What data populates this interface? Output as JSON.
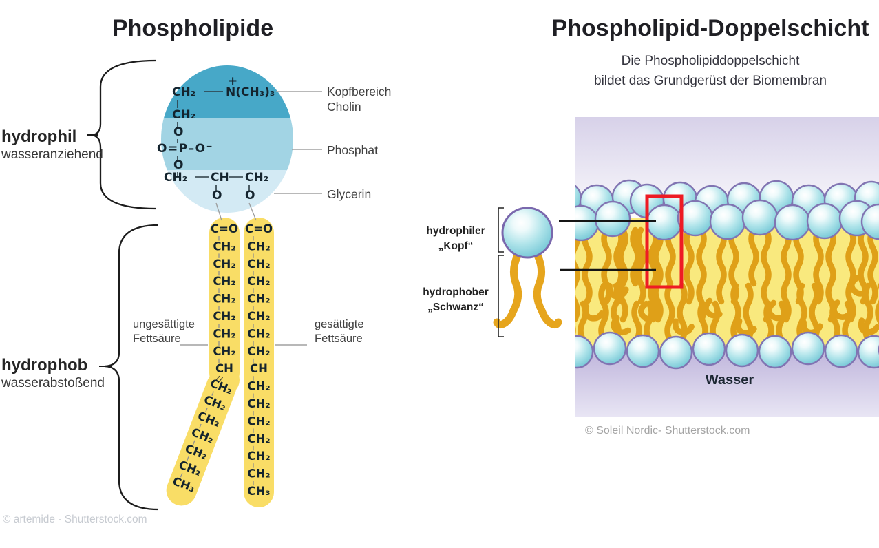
{
  "left": {
    "title": "Phospholipide",
    "labels": {
      "hydrophil": "hydrophil",
      "hydrophil_sub": "wasseranziehend",
      "hydrophob": "hydrophob",
      "hydrophob_sub": "wasserabstoßend",
      "kopfbereich_line1": "Kopfbereich",
      "kopfbereich_line2": "Cholin",
      "phosphat": "Phosphat",
      "glycerin": "Glycerin",
      "unsaturated_line1": "ungesättigte",
      "unsaturated_line2": "Fettsäure",
      "saturated_line1": "gesättigte",
      "saturated_line2": "Fettsäure"
    },
    "head_formula": {
      "row1_left": "CH₂",
      "row1_plus": "+",
      "row1_right": "N(CH₃)₃",
      "row2": "CH₂",
      "row3": "O",
      "row4": "O=P–O⁻",
      "row5": "O",
      "row6_left": "CH₂",
      "row6_mid": "CH",
      "row6_right": "CH₂",
      "row7_left": "O",
      "row7_right": "O"
    },
    "left_chain": [
      "C=O",
      "CH₂",
      "CH₂",
      "CH₂",
      "CH₂",
      "CH₂",
      "CH₂",
      "CH₂",
      "CH",
      "CH₂",
      "CH₂",
      "CH₂",
      "CH₂",
      "CH₂",
      "CH₂",
      "CH₃"
    ],
    "right_chain": [
      "C=O",
      "CH₂",
      "CH₂",
      "CH₂",
      "CH₂",
      "CH₂",
      "CH₂",
      "CH₂",
      "CH",
      "CH₂",
      "CH₂",
      "CH₂",
      "CH₂",
      "CH₂",
      "CH₂",
      "CH₃"
    ],
    "copyright": "© artemide - Shutterstock.com"
  },
  "right": {
    "title": "Phospholipid-Doppelschicht",
    "subtitle_line1": "Die Phospholipiddoppelschicht",
    "subtitle_line2": "bildet das Grundgerüst der Biomembran",
    "labels": {
      "head_line1": "hydrophiler",
      "head_line2": "„Kopf“",
      "tail_line1": "hydrophober",
      "tail_line2": "„Schwanz“",
      "water": "Wasser"
    },
    "copyright": "© Soleil Nordic- Shutterstock.com"
  },
  "colors": {
    "head_band_top": "#47a8c8",
    "head_band_mid": "#a2d4e4",
    "head_band_bottom": "#d3eaf4",
    "chain_pill": "#f9dd66",
    "membrane_yellow": "#f9e97e",
    "tail_orange": "#dfa018",
    "sphere_stroke": "#8174b2",
    "highlight_red": "#ee1b24",
    "water_purple": "#c3badf"
  }
}
